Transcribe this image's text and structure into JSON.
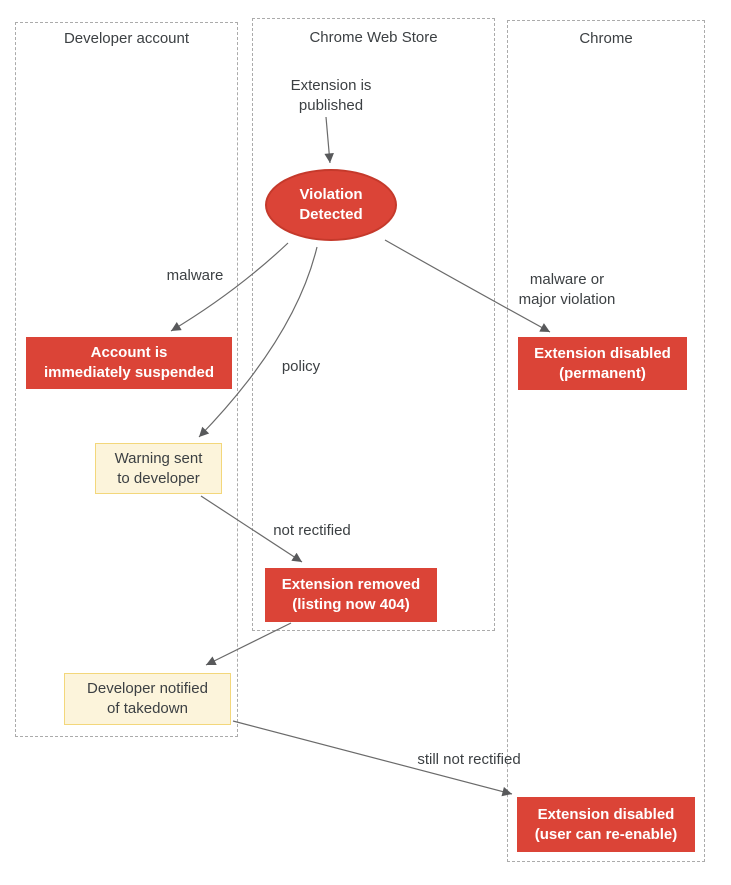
{
  "diagram": {
    "lanes": [
      {
        "label": "Developer account"
      },
      {
        "label": "Chrome Web Store"
      },
      {
        "label": "Chrome"
      }
    ],
    "nodes": {
      "published": {
        "label": "Extension is\npublished",
        "type": "text"
      },
      "violation": {
        "label": "Violation\nDetected",
        "type": "ellipse",
        "color": "red"
      },
      "suspended": {
        "label": "Account is\nimmediately suspended",
        "type": "box",
        "color": "red"
      },
      "warning": {
        "label": "Warning sent\nto developer",
        "type": "box",
        "color": "yellow"
      },
      "disabled_permanent": {
        "label": "Extension disabled\n(permanent)",
        "type": "box",
        "color": "red"
      },
      "removed": {
        "label": "Extension removed\n(listing now 404)",
        "type": "box",
        "color": "red"
      },
      "notified": {
        "label": "Developer notified\nof takedown",
        "type": "box",
        "color": "yellow"
      },
      "disabled_reenable": {
        "label": "Extension disabled\n(user can re-enable)",
        "type": "box",
        "color": "red"
      }
    },
    "edge_labels": {
      "malware": "malware",
      "policy": "policy",
      "malware_or_major": "malware or\nmajor violation",
      "not_rectified": "not rectified",
      "still_not_rectified": "still not rectified"
    },
    "colors": {
      "node_red": "#DB4437",
      "node_red_border": "#C5392B",
      "node_yellow": "#FCF4DB",
      "node_yellow_border": "#F3D77B",
      "lane_border": "#ABABAB",
      "arrow_line": "#6A6A6A",
      "arrowhead": "#58595B",
      "text": "#3C4043",
      "node_text_light": "#FFFFFF"
    }
  }
}
